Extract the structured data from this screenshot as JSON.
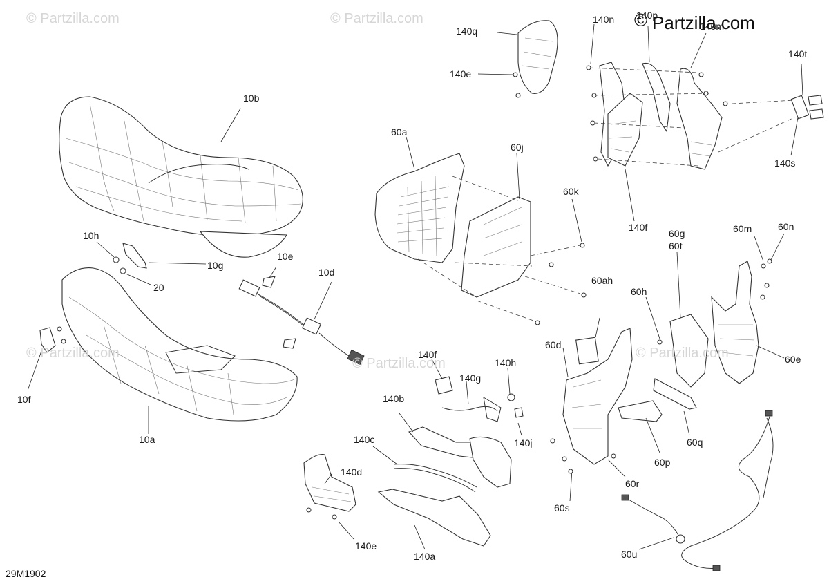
{
  "watermark": "© Partzilla.com",
  "brand": "Partzilla.com",
  "brand_symbol": "©",
  "figure_code": "29M1902",
  "labels": {
    "p10b": "10b",
    "p10h": "10h",
    "p10g": "10g",
    "p20": "20",
    "p10e": "10e",
    "p10d": "10d",
    "p10f": "10f",
    "p10a": "10a",
    "p140q": "140q",
    "p140e_top": "140e",
    "p140n": "140n",
    "p140p": "140p",
    "p140m": "140m",
    "p140t": "140t",
    "p140s": "140s",
    "p140f_top": "140f",
    "p60a": "60a",
    "p60j": "60j",
    "p60k": "60k",
    "p60ah": "60ah",
    "p60h": "60h",
    "p60g": "60g",
    "p60f": "60f",
    "p60m": "60m",
    "p60n": "60n",
    "p60e": "60e",
    "p60d": "60d",
    "p60q": "60q",
    "p60p": "60p",
    "p60r": "60r",
    "p60s": "60s",
    "p60u": "60u",
    "p140f_mid": "140f",
    "p140h": "140h",
    "p140g": "140g",
    "p140b": "140b",
    "p140j": "140j",
    "p140c": "140c",
    "p140d": "140d",
    "p140e_bot": "140e",
    "p140a": "140a"
  }
}
